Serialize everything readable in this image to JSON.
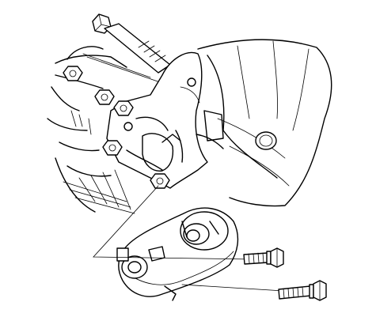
{
  "diagram": {
    "parts": [
      {
        "id": "upper-bolt",
        "icon": "bolt"
      },
      {
        "id": "engine-mount-bracket",
        "icon": "bracket"
      },
      {
        "id": "rear-mount-insulator",
        "icon": "insulator"
      },
      {
        "id": "mount-bolt-short",
        "icon": "bolt"
      },
      {
        "id": "mount-bolt-long",
        "icon": "bolt"
      }
    ]
  }
}
